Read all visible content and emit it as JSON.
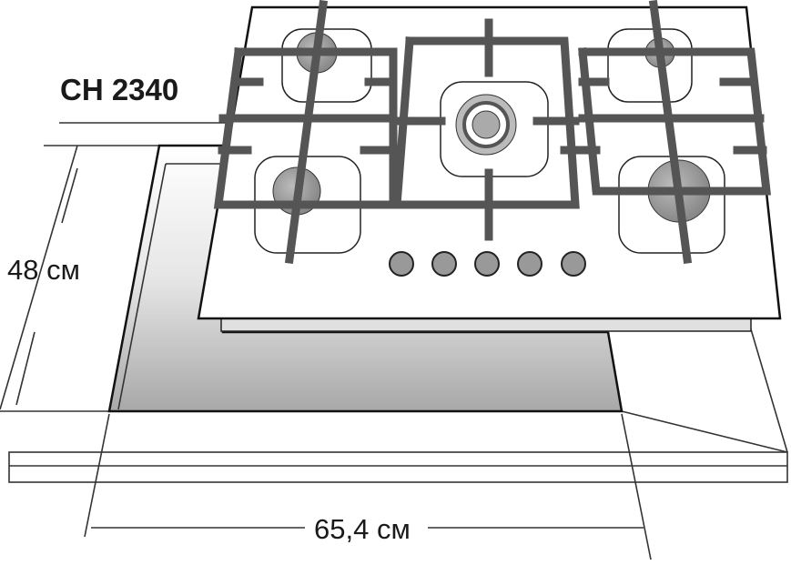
{
  "model": "CH 2340",
  "dimensions": {
    "depth": "48 см",
    "width": "65,4 см"
  },
  "colors": {
    "grate": "#555555",
    "burner": "#9a9a9a",
    "outline": "#1a1a1a"
  },
  "knob_count": 5
}
